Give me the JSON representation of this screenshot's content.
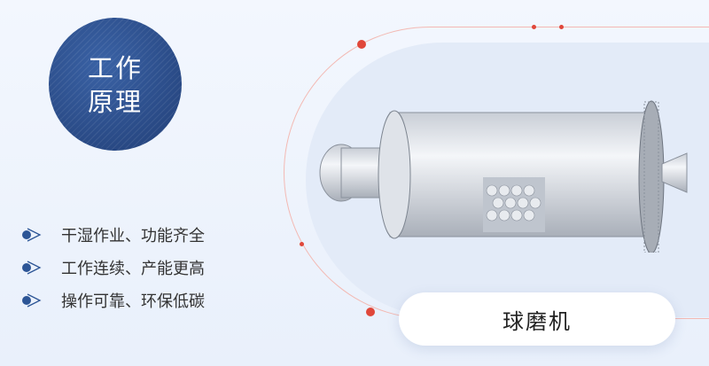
{
  "badge": {
    "line1": "工作",
    "line2": "原理"
  },
  "features": [
    {
      "text": "干湿作业、功能齐全",
      "icon": "arrow-bullet-icon"
    },
    {
      "text": "工作连续、产能更高",
      "icon": "arrow-bullet-icon"
    },
    {
      "text": "操作可靠、环保低碳",
      "icon": "arrow-bullet-icon"
    }
  ],
  "product": {
    "name": "球磨机"
  },
  "colors": {
    "primary": "#2c5596",
    "accent": "#e0473a"
  }
}
